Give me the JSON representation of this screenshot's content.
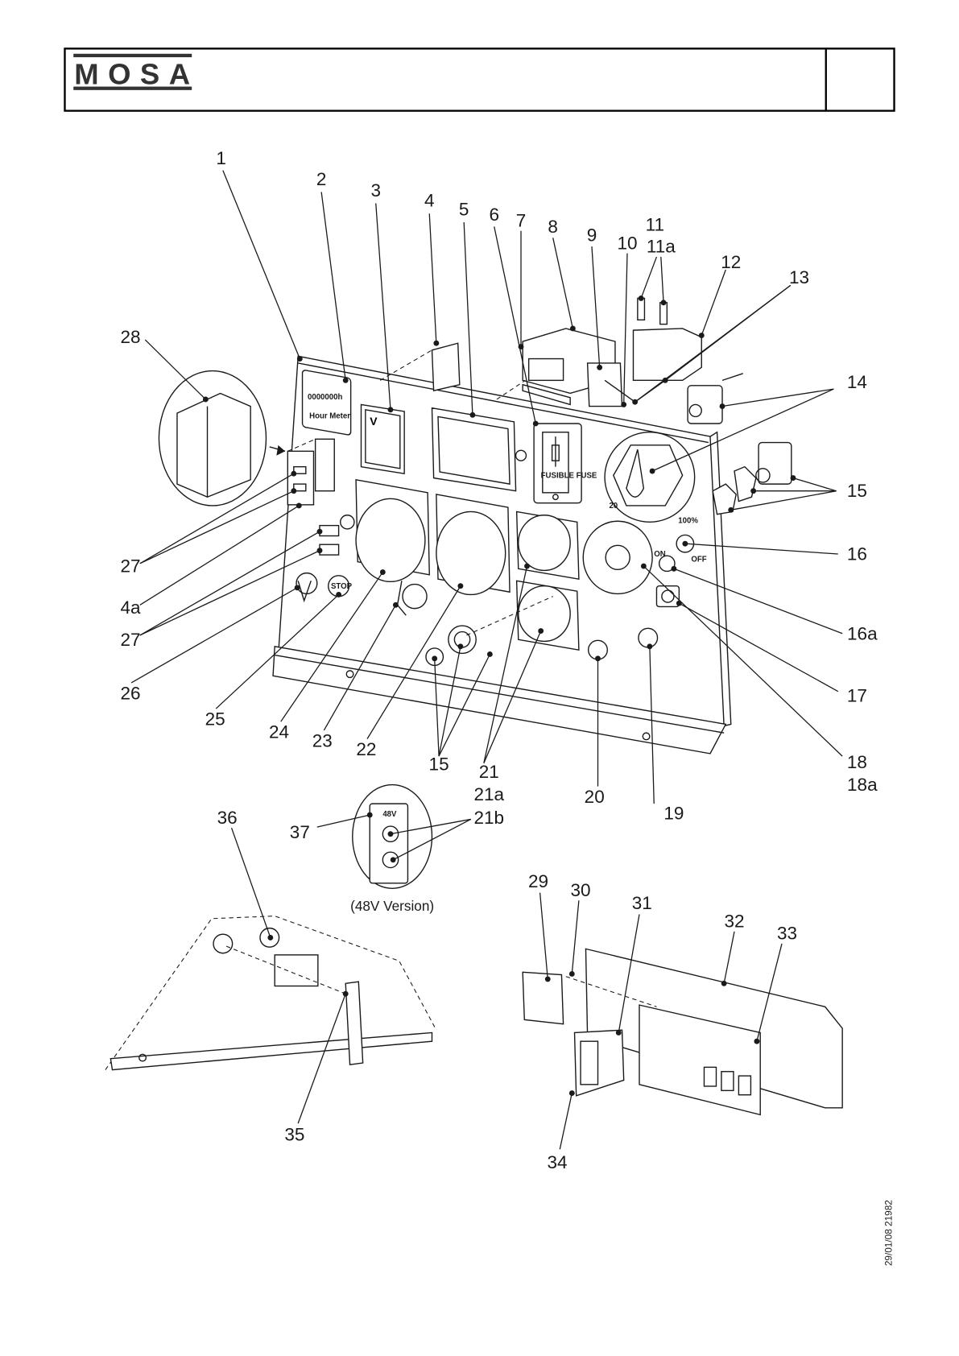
{
  "header": {
    "logo_text": "MOSA",
    "page_number": ""
  },
  "panel_text": {
    "hour_meter_value": "0000000h",
    "hour_meter_label": "Hour Meter",
    "voltmeter_label": "V",
    "fuse_label": "FUSIBLE FUSE",
    "stop_label": "STOP",
    "on_label": "ON",
    "off_label": "OFF",
    "percent_label": "100%",
    "min_label": "20",
    "v48_label": "48V"
  },
  "inset_48v_caption": "(48V Version)",
  "callouts": [
    "1",
    "2",
    "3",
    "4",
    "5",
    "6",
    "7",
    "8",
    "9",
    "10",
    "11",
    "11a",
    "12",
    "13",
    "14",
    "15",
    "16",
    "16a",
    "17",
    "18",
    "18a",
    "19",
    "20",
    "21",
    "21a",
    "21b",
    "22",
    "23",
    "24",
    "25",
    "26",
    "27",
    "4a",
    "27",
    "28",
    "15",
    "36",
    "37",
    "35",
    "29",
    "30",
    "31",
    "32",
    "33",
    "34"
  ],
  "drawing_code": "29/01/08 21982"
}
